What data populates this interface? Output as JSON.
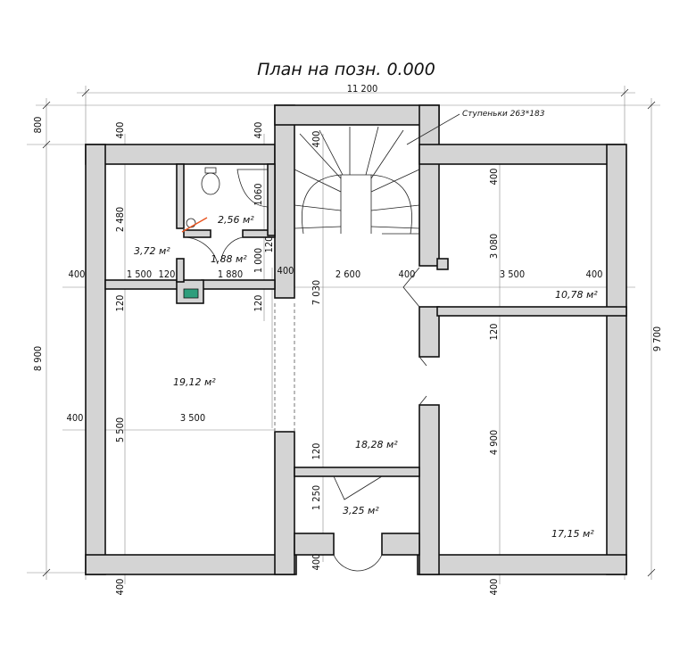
{
  "title": "План на позн. 0.000",
  "stairs_note": "Ступеньки  263*183",
  "dimensions": {
    "overall_width": "11 200",
    "overall_height_right": "9 700",
    "overall_height_left": "8 900",
    "top_offset": "800",
    "wall_400_top_left": "400",
    "wall_400_top_mid": "400",
    "wall_400_stair": "400",
    "wall_400_right_top": "400",
    "dim_2480": "2 480",
    "dim_1060": "1060",
    "dim_120_a": "120",
    "dim_1000": "1 000",
    "dim_400_left": "400",
    "dim_1500": "1 500",
    "dim_120_b": "120",
    "dim_1880": "1 880",
    "dim_400_mid": "400",
    "dim_2600": "2 600",
    "dim_400_hall": "400",
    "dim_3500_top": "3 500",
    "dim_400_right": "400",
    "dim_3080": "3 080",
    "dim_7030": "7 030",
    "dim_120_c": "120",
    "dim_120_d": "120",
    "dim_120_e": "120",
    "dim_400_left_mid": "400",
    "dim_3500_bottom": "3 500",
    "dim_5500": "5 500",
    "dim_4900": "4 900",
    "dim_120_f": "120",
    "dim_1250": "1 250",
    "dim_400_bottom_mid": "400",
    "dim_400_bottom_left": "400",
    "dim_400_bottom_right": "400"
  },
  "areas": {
    "wc": "2,56 м²",
    "corridor_small": "1,88 м²",
    "storage": "3,72 м²",
    "room_left": "19,12 м²",
    "hall": "18,28 м²",
    "vestibule": "3,25 м²",
    "room_right_top": "10,78 м²",
    "room_right_bottom": "17,15 м²"
  },
  "colors": {
    "wall_fill": "#d4d4d4",
    "line": "#111111",
    "accent": "#e8531f",
    "fixture": "#2e9e7c"
  }
}
